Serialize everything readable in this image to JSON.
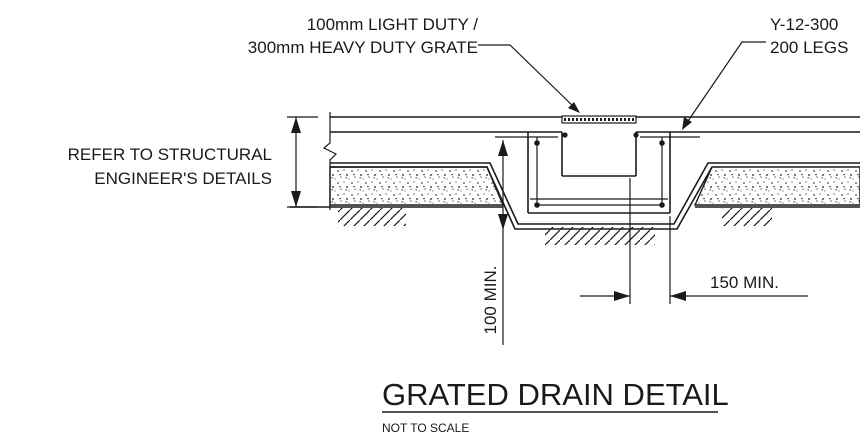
{
  "drawing": {
    "grate_label_line1": "100mm LIGHT DUTY /",
    "grate_label_line2": "300mm HEAVY DUTY GRATE",
    "bar_label_line1": "Y-12-300",
    "bar_label_line2": "200 LEGS",
    "structural_note_line1": "REFER TO STRUCTURAL",
    "structural_note_line2": "ENGINEER'S DETAILS",
    "dim_side": "150 MIN.",
    "dim_bottom": "100 MIN.",
    "title": "GRATED DRAIN DETAIL",
    "scale_note": "NOT TO SCALE"
  },
  "colors": {
    "line": "#1a1a1a",
    "background": "#ffffff"
  }
}
